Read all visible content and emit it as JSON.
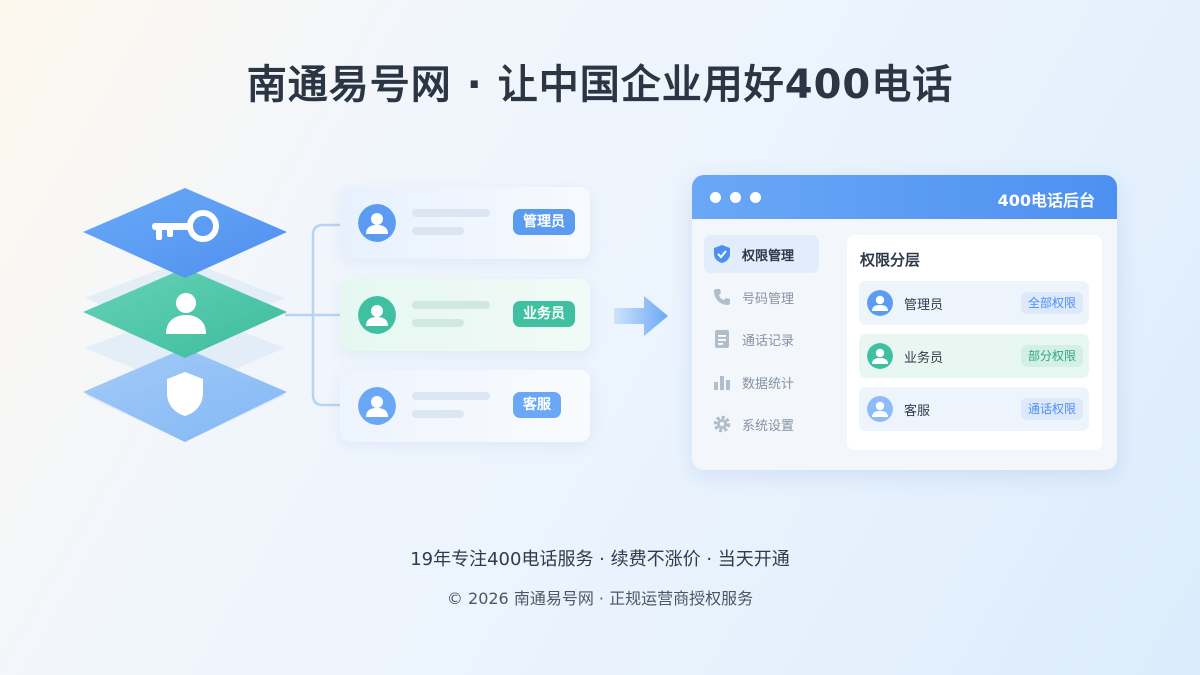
{
  "title": "南通易号网 · 让中国企业用好400电话",
  "roles": [
    {
      "tag": "管理员",
      "color": "#5b9cf2"
    },
    {
      "tag": "业务员",
      "color": "#3fc0a0"
    },
    {
      "tag": "客服",
      "color": "#5b9cf2"
    }
  ],
  "layer_icons": [
    "key-icon",
    "user-icon",
    "shield-icon"
  ],
  "panel": {
    "title": "400电话后台",
    "menu": [
      {
        "label": "权限管理",
        "icon": "shield-check-icon",
        "active": true
      },
      {
        "label": "号码管理",
        "icon": "phone-icon",
        "active": false
      },
      {
        "label": "通话记录",
        "icon": "document-icon",
        "active": false
      },
      {
        "label": "数据统计",
        "icon": "bar-chart-icon",
        "active": false
      },
      {
        "label": "系统设置",
        "icon": "gear-icon",
        "active": false
      }
    ],
    "section_title": "权限分层",
    "rows": [
      {
        "role": "管理员",
        "permission": "全部权限"
      },
      {
        "role": "业务员",
        "permission": "部分权限"
      },
      {
        "role": "客服",
        "permission": "通话权限"
      }
    ]
  },
  "footer": {
    "tagline": "19年专注400电话服务 · 续费不涨价 · 当天开通",
    "copyright": "© 2026 南通易号网 · 正规运营商授权服务"
  },
  "colors": {
    "primary": "#4d90f0",
    "green": "#3fc0a0",
    "text": "#2b3544"
  }
}
